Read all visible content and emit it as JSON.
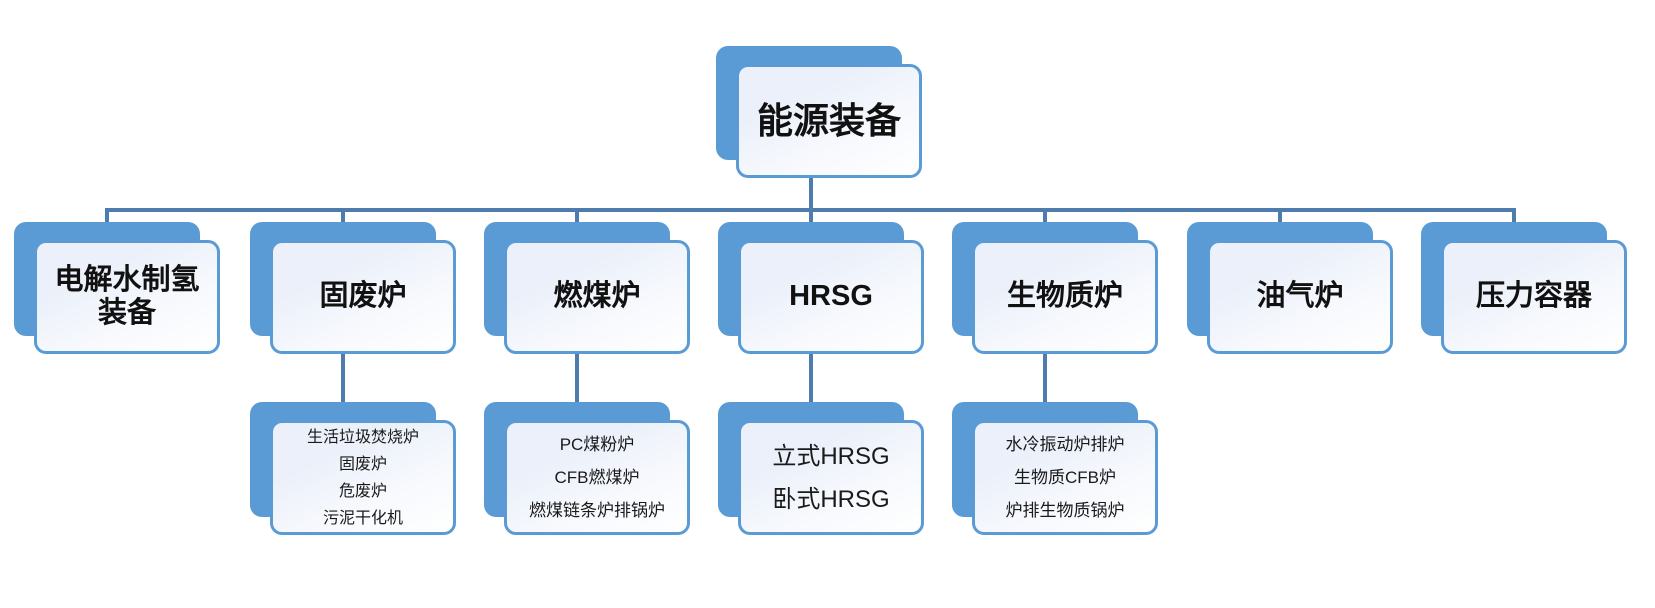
{
  "diagram": {
    "type": "org-chart",
    "root": {
      "label": "能源装备"
    },
    "branches": [
      {
        "label": "电解水制氢装备",
        "children": []
      },
      {
        "label": "固废炉",
        "children": [
          "生活垃圾焚烧炉",
          "固废炉",
          "危废炉",
          "污泥干化机"
        ]
      },
      {
        "label": "燃煤炉",
        "children": [
          "PC煤粉炉",
          "CFB燃煤炉",
          "燃煤链条炉排锅炉"
        ]
      },
      {
        "label": "HRSG",
        "children": [
          "立式HRSG",
          "卧式HRSG"
        ]
      },
      {
        "label": "生物质炉",
        "children": [
          "水冷振动炉排炉",
          "生物质CFB炉",
          "炉排生物质锅炉"
        ]
      },
      {
        "label": "油气炉",
        "children": []
      },
      {
        "label": "压力容器",
        "children": []
      }
    ],
    "colors": {
      "node_shadow_blue": "#5B9BD5",
      "node_border_blue": "#5B9BD5",
      "node_fill_light": "#EBF0FA",
      "connector_blue": "#4E7CAF",
      "text": "#111111",
      "background": "#FFFFFF"
    }
  }
}
